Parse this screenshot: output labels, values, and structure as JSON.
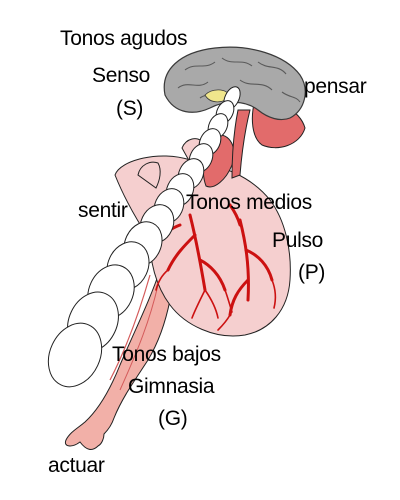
{
  "labels": {
    "top": "Tonos agudos",
    "senso": "Senso",
    "senso_abbr": "(S)",
    "pensar": "pensar",
    "sentir": "sentir",
    "medios": "Tonos medios",
    "pulso": "Pulso",
    "pulso_abbr": "(P)",
    "bajos": "Tonos bajos",
    "gimnasia": "Gimnasia",
    "gimnasia_abbr": "(G)",
    "actuar": "actuar"
  },
  "colors": {
    "brain": "#a9a9a9",
    "brain_outline": "#3a3a3a",
    "cerebellum_stem": "#e26b6b",
    "heart": "#f5cfcf",
    "vessels": "#cc1111",
    "limb": "#f2b0a8",
    "spine_fill": "#ffffff",
    "line": "#222222"
  }
}
